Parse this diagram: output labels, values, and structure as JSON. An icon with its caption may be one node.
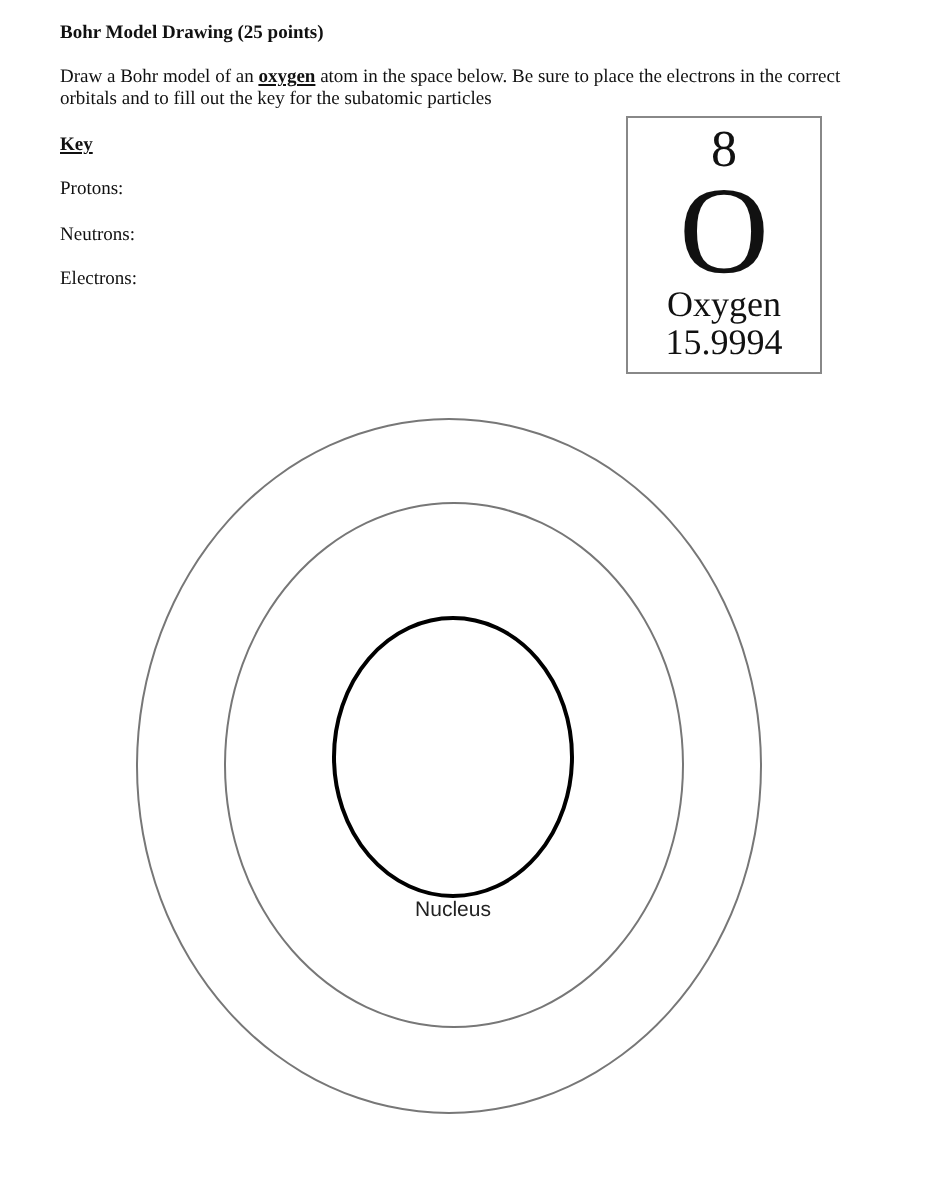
{
  "diagram": {
    "title": "Bohr Model Drawing (25 points)",
    "nodes": [
      {
        "text": [
          "8",
          "O",
          "Oxygen",
          "15.9994"
        ]
      },
      {
        "text": [],
        "shape": "circle"
      },
      {
        "text": [],
        "shape": "circle",
        "in": 1
      },
      {
        "text": [
          "Nucleus"
        ],
        "in": 2
      }
    ],
    "labels": [
      "Draw a Bohr model of an **oxygen** atom in the space below.  Be sure to place the electrons in the correct orbitals and to fill out the key for the subatomic particles",
      "Key",
      "Protons:",
      "Neutrons:",
      "Electrons:"
    ]
  }
}
